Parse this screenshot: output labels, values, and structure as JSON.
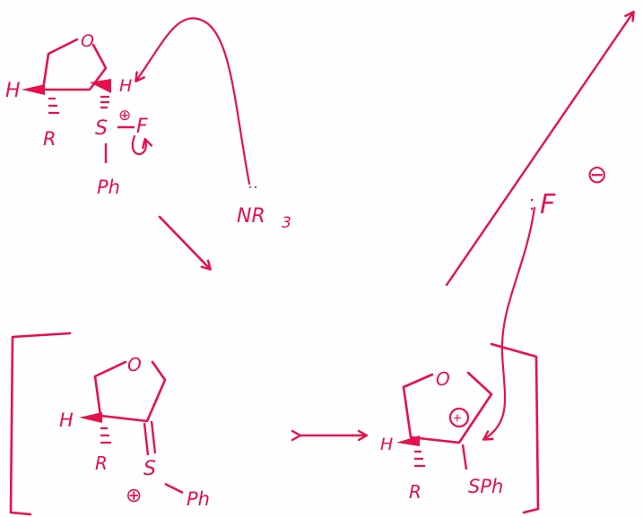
{
  "ink_color": "#e8104a",
  "paper_color": "#fefefe",
  "top_left": {
    "ring_oxygen": "O",
    "h_left": "H",
    "h_right": "H",
    "substituent_r": "R",
    "sulfur": "S",
    "sulfur_charge": "⊕",
    "fluorine": "F",
    "phenyl": "Ph"
  },
  "amine": {
    "lone_pair": "··",
    "label": "NR",
    "subscript": "3"
  },
  "fluoride": {
    "lone_pair": ":",
    "label": "F",
    "charge": "⊖"
  },
  "bottom_left": {
    "ring_oxygen": "O",
    "h_left": "H",
    "substituent_r": "R",
    "sulfur": "S",
    "charge": "⊕",
    "phenyl": "Ph"
  },
  "bottom_right": {
    "ring_oxygen": "O",
    "h_left": "H",
    "substituent_r": "R",
    "charge": "+",
    "sph": "SPh"
  }
}
